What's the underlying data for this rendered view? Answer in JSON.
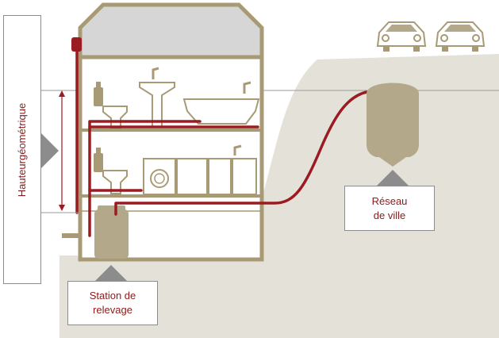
{
  "labels": {
    "height": "Hauteurgéométrique",
    "station_line1": "Station de",
    "station_line2": "relevage",
    "network_line1": "Réseau",
    "network_line2": "de ville"
  },
  "colors": {
    "house_outline": "#a89a75",
    "ground": "#e4e1d8",
    "pipe": "#9b1b22",
    "roof_fill": "#d6d6d6",
    "tank_fill": "#b3a98a",
    "pointer": "#8c8c8c",
    "text": "#8b1a1a"
  }
}
